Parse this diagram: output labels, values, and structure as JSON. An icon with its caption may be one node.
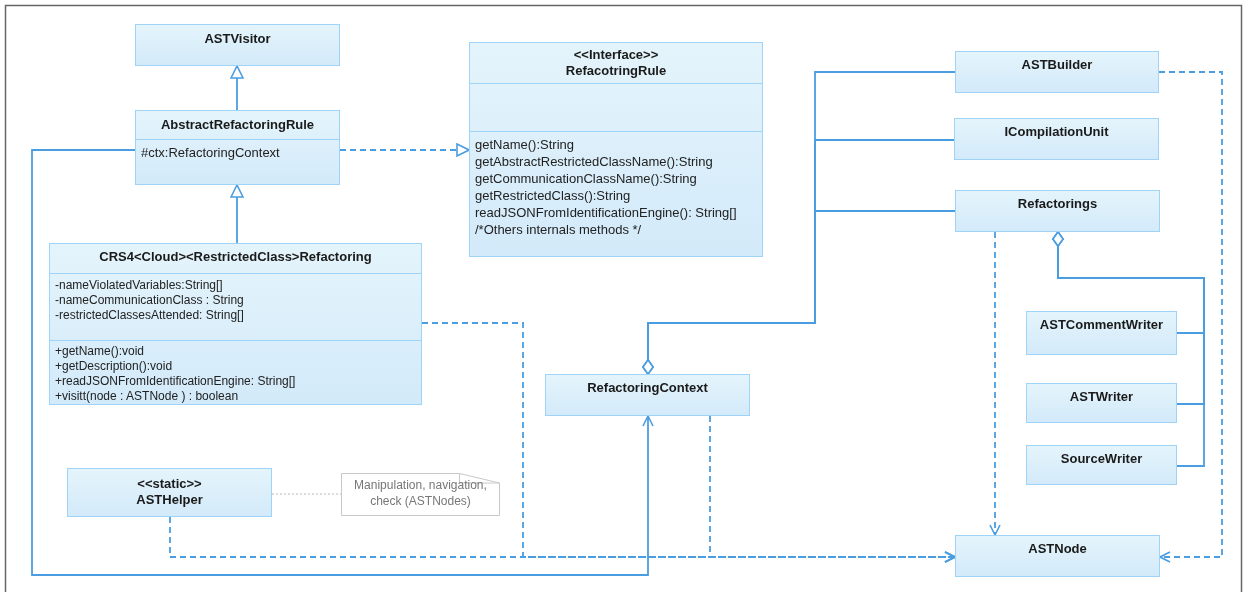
{
  "diagram": {
    "nodes": [
      {
        "text": [
          "ASTVisitor"
        ]
      },
      {
        "text": [
          "AbstractRefactoringRule",
          "#ctx:RefactoringContext"
        ]
      },
      {
        "text": [
          "<<Interface>>",
          "RefacotringRule",
          "getName():String",
          "getAbstractRestrictedClassName():String",
          "getCommunicationClassName():String",
          "getRestrictedClass():String",
          "readJSONFromIdentificationEngine(): String[]",
          "/*Others internals methods */"
        ]
      },
      {
        "text": [
          "CRS4<Cloud><RestrictedClass>Refactoring",
          "-nameViolatedVariables:String[]",
          "-nameCommunicationClass : String",
          "-restrictedClassesAttended: String[]",
          "+getName():void",
          "+getDescription():void",
          "+readJSONFromIdentificationEngine: String[]",
          "+visitt(node : ASTNode ) : boolean"
        ]
      },
      {
        "text": [
          "<<static>>",
          "ASTHelper"
        ]
      },
      {
        "text": [
          "Manipulation, navigation, check (ASTNodes)"
        ]
      },
      {
        "text": [
          "RefactoringContext"
        ]
      },
      {
        "text": [
          "ASTBuilder"
        ]
      },
      {
        "text": [
          "ICompilationUnit"
        ]
      },
      {
        "text": [
          "Refactorings"
        ]
      },
      {
        "text": [
          "ASTCommentWriter"
        ]
      },
      {
        "text": [
          "ASTWriter"
        ]
      },
      {
        "text": [
          "SourceWriter"
        ]
      },
      {
        "text": [
          "ASTNode"
        ]
      }
    ],
    "edges": [
      {
        "from": 1,
        "to": 0,
        "arrow": "to"
      },
      {
        "from": 3,
        "to": 1,
        "arrow": "to"
      },
      {
        "from": 1,
        "to": 2,
        "arrow": "to",
        "style": "dashed"
      },
      {
        "from": 7,
        "to": 6,
        "arrow": "other"
      },
      {
        "from": 8,
        "to": 6,
        "arrow": "other"
      },
      {
        "from": 9,
        "to": 6,
        "arrow": "other"
      },
      {
        "from": 10,
        "to": 9,
        "arrow": "other"
      },
      {
        "from": 11,
        "to": 9,
        "arrow": "other"
      },
      {
        "from": 12,
        "to": 9,
        "arrow": "other"
      },
      {
        "from": 9,
        "to": 13,
        "arrow": "to",
        "style": "dashed"
      },
      {
        "from": 7,
        "to": 13,
        "arrow": "to",
        "style": "dashed"
      },
      {
        "from": 4,
        "to": 13,
        "arrow": "to",
        "style": "dashed"
      },
      {
        "from": 3,
        "to": 13,
        "arrow": "to",
        "style": "dashed"
      },
      {
        "from": 6,
        "to": 13,
        "arrow": "to",
        "style": "dashed"
      },
      {
        "from": 1,
        "to": 6,
        "arrow": "to"
      },
      {
        "from": 4,
        "to": 5,
        "arrow": "none",
        "style": "dashed",
        "color": "#bbbbbb"
      }
    ]
  }
}
